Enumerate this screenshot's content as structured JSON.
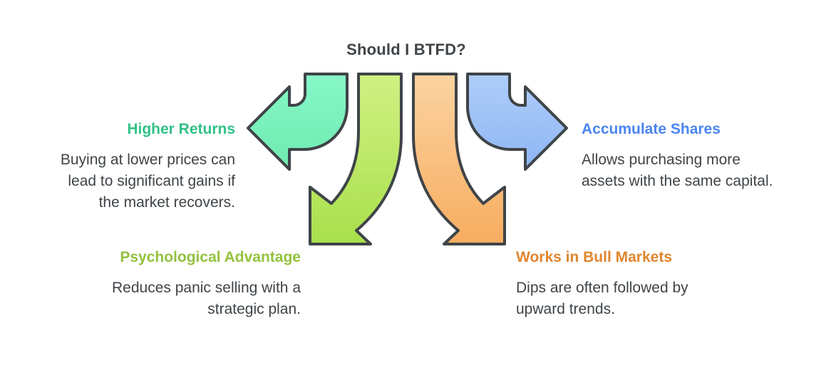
{
  "title": "Should I BTFD?",
  "text_color": "#3F4448",
  "stroke_color": "#3F4448",
  "branches": [
    {
      "id": "higher-returns",
      "heading": "Higher Returns",
      "heading_color": "#30C186",
      "body_lines": [
        "Buying at lower prices can",
        "lead to significant gains if",
        "the market recovers."
      ],
      "arrow": {
        "icon": "curved-arrow-left",
        "gradient_top": "#87F7C8",
        "gradient_bottom": "#6FEBB0"
      }
    },
    {
      "id": "accumulate-shares",
      "heading": "Accumulate Shares",
      "heading_color": "#4A85F0",
      "body_lines": [
        "Allows purchasing more",
        "assets with the same capital."
      ],
      "arrow": {
        "icon": "curved-arrow-right",
        "gradient_top": "#AECDF9",
        "gradient_bottom": "#8FB6F4"
      }
    },
    {
      "id": "psychological-advantage",
      "heading": "Psychological Advantage",
      "heading_color": "#93C23F",
      "body_lines": [
        "Reduces panic selling with a",
        "strategic plan."
      ],
      "arrow": {
        "icon": "curved-arrow-down-left",
        "gradient_top": "#D0F083",
        "gradient_bottom": "#A9E04C"
      }
    },
    {
      "id": "works-in-bull-markets",
      "heading": "Works in Bull Markets",
      "heading_color": "#E0862F",
      "body_lines": [
        "Dips are often followed by",
        "upward trends."
      ],
      "arrow": {
        "icon": "curved-arrow-down-right",
        "gradient_top": "#FBD3A0",
        "gradient_bottom": "#F7AD60"
      }
    }
  ]
}
